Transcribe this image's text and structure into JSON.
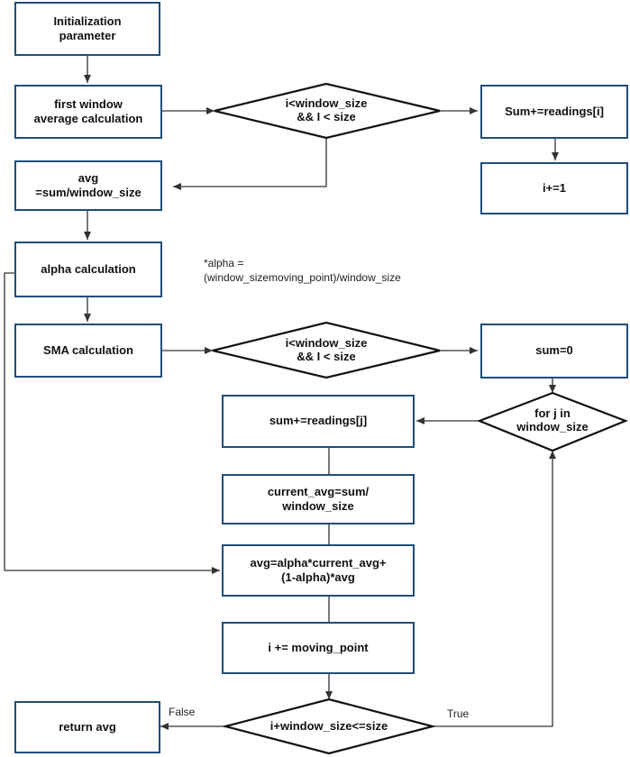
{
  "nodes": {
    "init": {
      "line1": "Initialization",
      "line2": "parameter"
    },
    "first_window": {
      "line1": "first window",
      "line2": "average calculation"
    },
    "cond1": {
      "line1": "i<window_size",
      "line2": "&& I < size"
    },
    "sum_readings_i": "Sum+=readings[i]",
    "i_inc": "i+=1",
    "avg1": {
      "line1": "avg",
      "line2": "=sum/window_size"
    },
    "alpha_calc": "alpha calculation",
    "alpha_note": {
      "line1": "*alpha =",
      "line2": "(window_sizemoving_point)/window_size"
    },
    "sma_calc": "SMA calculation",
    "cond2": {
      "line1": "i<window_size",
      "line2": "&& I < size"
    },
    "sum_zero": "sum=0",
    "for_j": {
      "line1": "for j in",
      "line2": "window_size"
    },
    "sum_readings_j": "sum+=readings[j]",
    "current_avg": {
      "line1": "current_avg=sum/",
      "line2": "window_size"
    },
    "avg_update": {
      "line1": "avg=alpha*current_avg+",
      "line2": "(1-alpha)*avg"
    },
    "i_move": "i += moving_point",
    "cond3": "i+window_size<=size",
    "return_avg": "return avg"
  },
  "edge_labels": {
    "false": "False",
    "true": "True"
  },
  "colors": {
    "box_border": "#1f4e79",
    "arrow": "#333333",
    "text": "#111111"
  }
}
